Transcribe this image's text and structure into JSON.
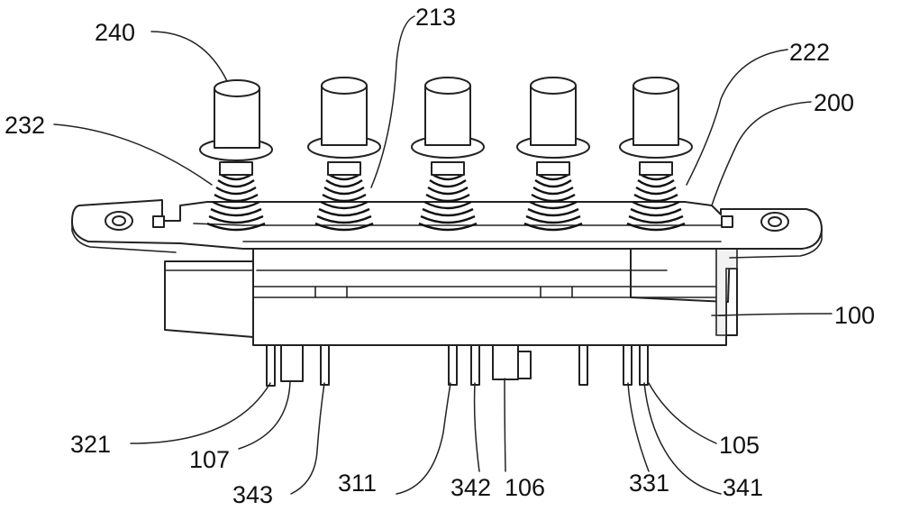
{
  "figure": {
    "labels": {
      "l240": "240",
      "l213": "213",
      "l222": "222",
      "l232": "232",
      "l200": "200",
      "l100": "100",
      "l321": "321",
      "l107": "107",
      "l343": "343",
      "l311": "311",
      "l342": "342",
      "l106": "106",
      "l331": "331",
      "l341": "341",
      "l105": "105"
    }
  }
}
